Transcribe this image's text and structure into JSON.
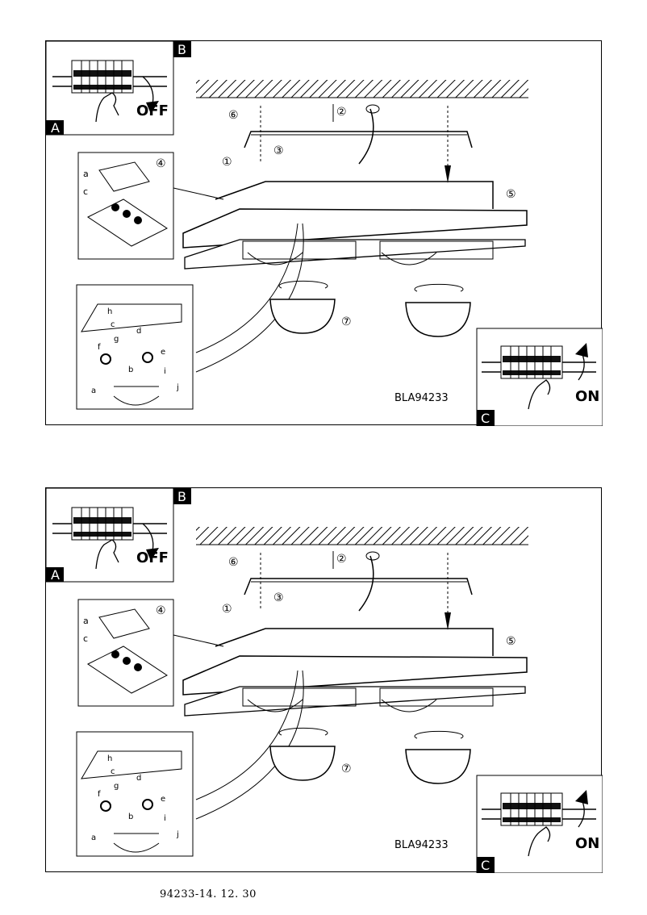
{
  "panels": [
    {
      "label_a": "A",
      "label_b": "B",
      "label_c": "C",
      "off_text": "OFF",
      "on_text": "ON",
      "code": "BLA94233",
      "steps": [
        "①",
        "②",
        "③",
        "④",
        "⑤",
        "⑥",
        "⑦"
      ],
      "detail_letters": [
        "a",
        "b",
        "c",
        "d",
        "e",
        "f",
        "g",
        "h",
        "i",
        "j"
      ]
    },
    {
      "label_a": "A",
      "label_b": "B",
      "label_c": "C",
      "off_text": "OFF",
      "on_text": "ON",
      "code": "BLA94233",
      "steps": [
        "①",
        "②",
        "③",
        "④",
        "⑤",
        "⑥",
        "⑦"
      ],
      "detail_letters": [
        "a",
        "b",
        "c",
        "d",
        "e",
        "f",
        "g",
        "h",
        "i",
        "j"
      ]
    }
  ],
  "footer": "94233-14. 12. 30",
  "icons": {
    "breaker": "circuit-breaker-icon",
    "hand": "hand-icon",
    "lamp": "lamp-shade-icon",
    "screw": "screw-icon",
    "terminal": "terminal-block-icon"
  }
}
